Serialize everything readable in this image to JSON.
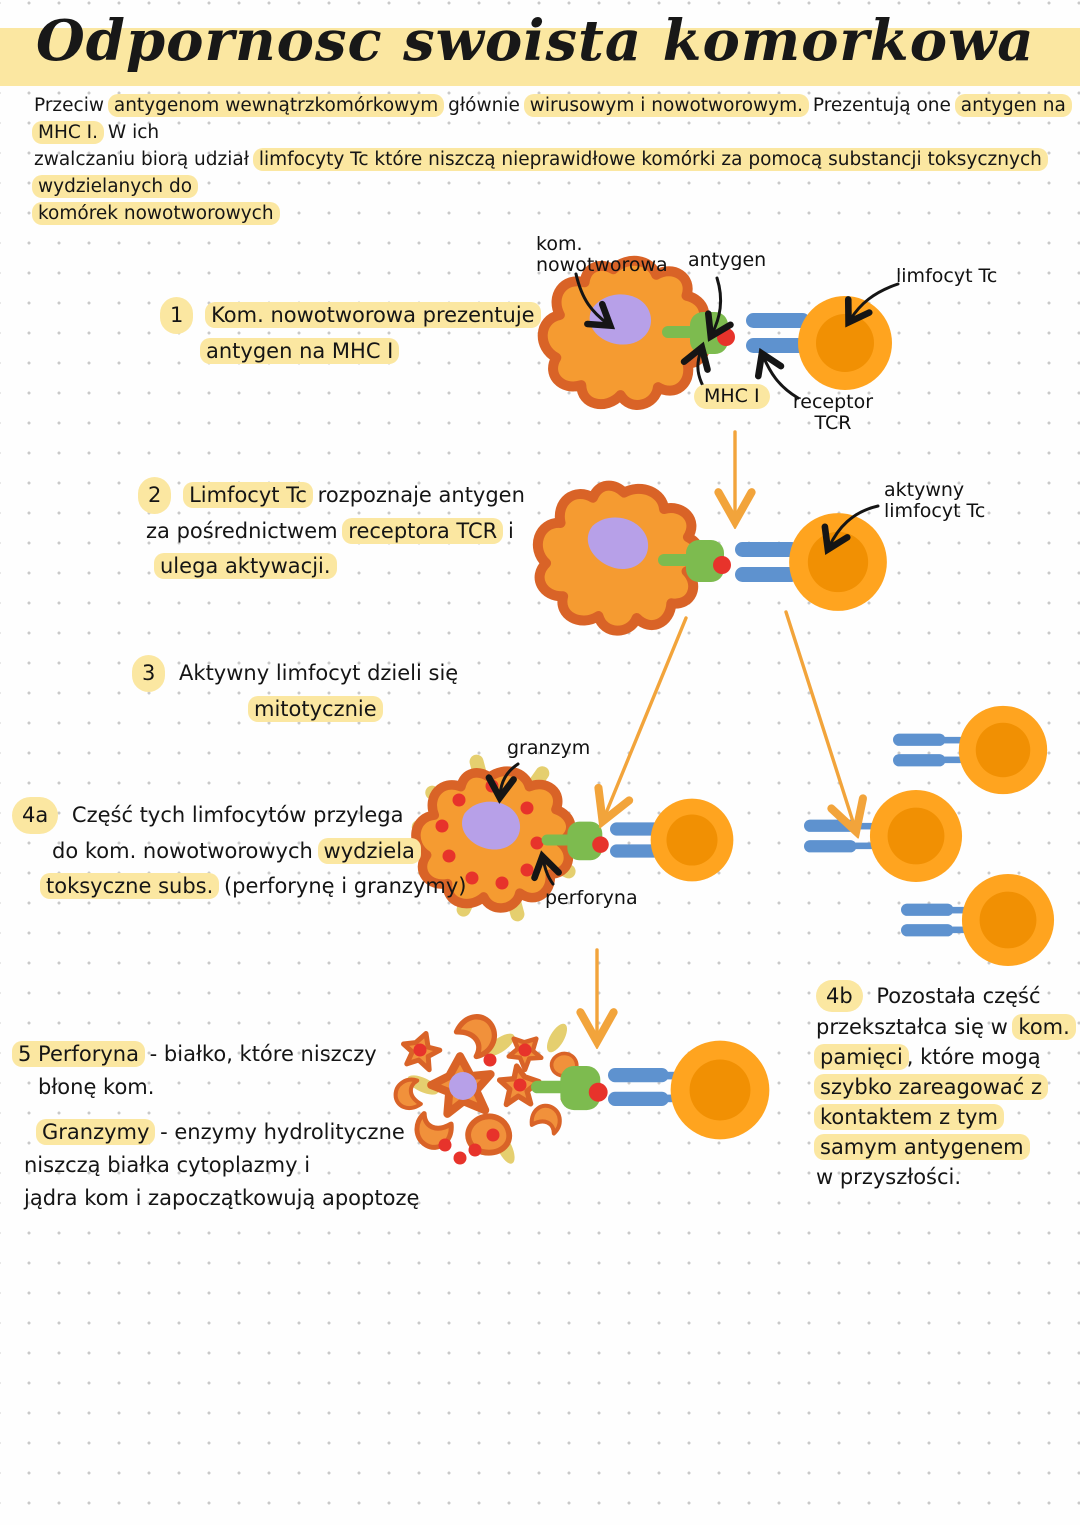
{
  "title": "Odpornosc swoista komorkowa",
  "intro": {
    "line1": [
      {
        "t": "Przeciw "
      },
      {
        "t": "antygenom wewnątrzkomórkowym",
        "hl": true
      },
      {
        "t": " głównie "
      },
      {
        "t": "wirusowym i nowotworowym.",
        "hl": true
      },
      {
        "t": " Prezentują one "
      },
      {
        "t": "antygen na MHC I.",
        "hl": true
      },
      {
        "t": " W ich"
      }
    ],
    "line2": [
      {
        "t": "zwalczaniu biorą udział "
      },
      {
        "t": "limfocyty Tc które niszczą nieprawidłowe komórki za pomocą substancji toksycznych wydzielanych do",
        "hl": true
      }
    ],
    "line3": [
      {
        "t": "komórek nowotworowych",
        "hl": true
      }
    ]
  },
  "steps": {
    "s1": {
      "l1": [
        {
          "t": "1",
          "badge": true
        },
        {
          "t": " "
        },
        {
          "t": "Kom. nowotworowa prezentuje",
          "hl": true
        }
      ],
      "l2": [
        {
          "t": "antygen na MHC I",
          "hl": true
        }
      ]
    },
    "s2": {
      "l1": [
        {
          "t": "2",
          "badge": true
        },
        {
          "t": " "
        },
        {
          "t": "Limfocyt Tc",
          "hl": true
        },
        {
          "t": " rozpoznaje antygen"
        }
      ],
      "l2": [
        {
          "t": "za pośrednictwem "
        },
        {
          "t": "receptora TCR",
          "hl": true
        },
        {
          "t": " i"
        }
      ],
      "l3": [
        {
          "t": "ulega aktywacji.",
          "hl": true
        }
      ]
    },
    "s3": {
      "l1": [
        {
          "t": "3",
          "badge": true
        },
        {
          "t": " Aktywny limfocyt dzieli się"
        }
      ],
      "l2": [
        {
          "t": "mitotycznie",
          "hl": true
        }
      ]
    },
    "s4a": {
      "l1": [
        {
          "t": "4a",
          "badge": true
        },
        {
          "t": " Część tych limfocytów przylega"
        }
      ],
      "l2": [
        {
          "t": "do kom. nowotworowych "
        },
        {
          "t": "wydziela",
          "hl": true
        }
      ],
      "l3": [
        {
          "t": "toksyczne subs.",
          "hl": true
        },
        {
          "t": " (perforynę i granzymy)"
        }
      ]
    },
    "s4b": {
      "l1": [
        {
          "t": "4b",
          "badge": true
        },
        {
          "t": " Pozostała część"
        }
      ],
      "l2": [
        {
          "t": "przekształca się w "
        },
        {
          "t": "kom.",
          "hl": true
        }
      ],
      "l3": [
        {
          "t": "pamięci",
          "hl": true
        },
        {
          "t": ", które mogą"
        }
      ],
      "l4": [
        {
          "t": "szybko zareagować z",
          "hl": true
        }
      ],
      "l5": [
        {
          "t": "kontaktem z tym",
          "hl": true
        }
      ],
      "l6": [
        {
          "t": "samym antygenem",
          "hl": true
        }
      ],
      "l7": [
        {
          "t": "w przyszłości."
        }
      ]
    },
    "s5": {
      "l1": [
        {
          "t": "5 Perforyna",
          "hl": true
        },
        {
          "t": " - białko, które niszczy"
        }
      ],
      "l2": [
        {
          "t": "błonę kom."
        }
      ],
      "l3": [
        {
          "t": "Granzymy",
          "hl": true
        },
        {
          "t": " - enzymy hydrolityczne"
        }
      ],
      "l4": [
        {
          "t": "niszczą białka cytoplazmy i"
        }
      ],
      "l5": [
        {
          "t": "jądra kom i zapoczątkowują apoptozę"
        }
      ]
    }
  },
  "labels": {
    "tumor_cell": "kom.\nnowotworowa",
    "antigen": "antygen",
    "lymphocyte": "limfocyt Tc",
    "mhc": "MHC I",
    "tcr_receptor": "receptor\nTCR",
    "active_lymphocyte": "aktywny\nlimfocyt Tc",
    "granzyme": "granzym",
    "perforin": "perforyna"
  },
  "colors": {
    "highlight": "#FBE7A1",
    "cell_orange": "#F59B31",
    "cell_outline": "#D96327",
    "nucleus_purple": "#B7A0E8",
    "mhc_green": "#7DBB4F",
    "antigen_red": "#E7332B",
    "tcr_blue": "#5E92CF",
    "lymph_orange": "#FFA41F",
    "lymph_inner": "#F19003",
    "arrow_orange": "#F2A43B",
    "perforin_yellow": "#E5CF6F",
    "ink": "#151515"
  }
}
